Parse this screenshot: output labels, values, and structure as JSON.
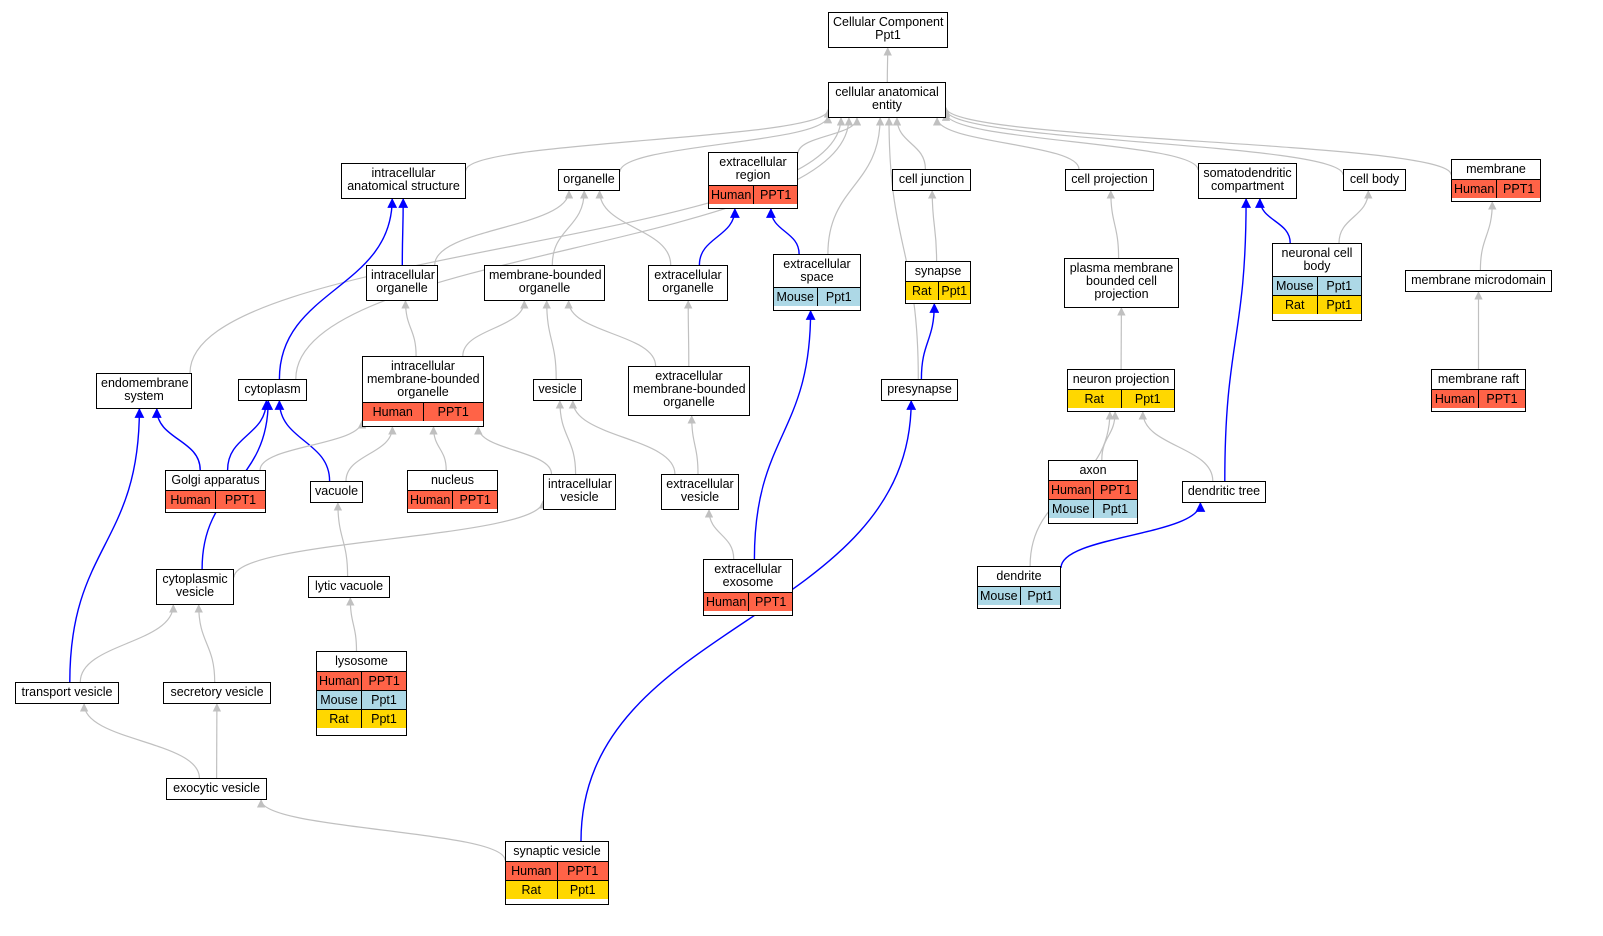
{
  "colors": {
    "human": "#ff6347",
    "mouse": "#add8e6",
    "rat": "#ffd700",
    "edge_gray": "#c0c0c0",
    "edge_blue": "#0000ff"
  },
  "nodes": [
    {
      "id": "root",
      "lines": [
        "Cellular Component",
        "Ppt1"
      ],
      "rows": []
    },
    {
      "id": "cae",
      "lines": [
        "cellular anatomical",
        "entity"
      ],
      "rows": []
    },
    {
      "id": "ias",
      "lines": [
        "intracellular",
        "anatomical structure"
      ],
      "rows": []
    },
    {
      "id": "organelle",
      "lines": [
        "organelle"
      ],
      "rows": []
    },
    {
      "id": "er",
      "lines": [
        "extracellular",
        "region"
      ],
      "rows": [
        [
          "Human",
          "PPT1"
        ]
      ]
    },
    {
      "id": "cj",
      "lines": [
        "cell junction"
      ],
      "rows": []
    },
    {
      "id": "cp",
      "lines": [
        "cell projection"
      ],
      "rows": []
    },
    {
      "id": "sdc",
      "lines": [
        "somatodendritic",
        "compartment"
      ],
      "rows": []
    },
    {
      "id": "cb",
      "lines": [
        "cell body"
      ],
      "rows": []
    },
    {
      "id": "membrane",
      "lines": [
        "membrane"
      ],
      "rows": [
        [
          "Human",
          "PPT1"
        ]
      ]
    },
    {
      "id": "io",
      "lines": [
        "intracellular",
        "organelle"
      ],
      "rows": []
    },
    {
      "id": "mbo",
      "lines": [
        "membrane-bounded",
        "organelle"
      ],
      "rows": []
    },
    {
      "id": "eo",
      "lines": [
        "extracellular",
        "organelle"
      ],
      "rows": []
    },
    {
      "id": "es",
      "lines": [
        "extracellular",
        "space"
      ],
      "rows": [
        [
          "Mouse",
          "Ppt1"
        ]
      ]
    },
    {
      "id": "synapse",
      "lines": [
        "synapse"
      ],
      "rows": [
        [
          "Rat",
          "Ppt1"
        ]
      ]
    },
    {
      "id": "pmbcp",
      "lines": [
        "plasma membrane",
        "bounded cell",
        "projection"
      ],
      "rows": []
    },
    {
      "id": "ncb",
      "lines": [
        "neuronal cell",
        "body"
      ],
      "rows": [
        [
          "Mouse",
          "Ppt1"
        ],
        [
          "Rat",
          "Ppt1"
        ]
      ]
    },
    {
      "id": "mm",
      "lines": [
        "membrane microdomain"
      ],
      "rows": []
    },
    {
      "id": "ems",
      "lines": [
        "endomembrane",
        "system"
      ],
      "rows": []
    },
    {
      "id": "cyto",
      "lines": [
        "cytoplasm"
      ],
      "rows": []
    },
    {
      "id": "imbo",
      "lines": [
        "intracellular",
        "membrane-bounded",
        "organelle"
      ],
      "rows": [
        [
          "Human",
          "PPT1"
        ]
      ]
    },
    {
      "id": "vesicle",
      "lines": [
        "vesicle"
      ],
      "rows": []
    },
    {
      "id": "embo",
      "lines": [
        "extracellular",
        "membrane-bounded",
        "organelle"
      ],
      "rows": []
    },
    {
      "id": "presyn",
      "lines": [
        "presynapse"
      ],
      "rows": []
    },
    {
      "id": "np",
      "lines": [
        "neuron projection"
      ],
      "rows": [
        [
          "Rat",
          "Ppt1"
        ]
      ]
    },
    {
      "id": "mr",
      "lines": [
        "membrane raft"
      ],
      "rows": [
        [
          "Human",
          "PPT1"
        ]
      ]
    },
    {
      "id": "golgi",
      "lines": [
        "Golgi apparatus"
      ],
      "rows": [
        [
          "Human",
          "PPT1"
        ]
      ]
    },
    {
      "id": "vacuole",
      "lines": [
        "vacuole"
      ],
      "rows": []
    },
    {
      "id": "nucleus",
      "lines": [
        "nucleus"
      ],
      "rows": [
        [
          "Human",
          "PPT1"
        ]
      ]
    },
    {
      "id": "iv",
      "lines": [
        "intracellular",
        "vesicle"
      ],
      "rows": []
    },
    {
      "id": "ev",
      "lines": [
        "extracellular",
        "vesicle"
      ],
      "rows": []
    },
    {
      "id": "axon",
      "lines": [
        "axon"
      ],
      "rows": [
        [
          "Human",
          "PPT1"
        ],
        [
          "Mouse",
          "Ppt1"
        ]
      ]
    },
    {
      "id": "dt",
      "lines": [
        "dendritic tree"
      ],
      "rows": []
    },
    {
      "id": "cv",
      "lines": [
        "cytoplasmic",
        "vesicle"
      ],
      "rows": []
    },
    {
      "id": "lv",
      "lines": [
        "lytic vacuole"
      ],
      "rows": []
    },
    {
      "id": "exo",
      "lines": [
        "extracellular",
        "exosome"
      ],
      "rows": [
        [
          "Human",
          "PPT1"
        ]
      ]
    },
    {
      "id": "dendrite",
      "lines": [
        "dendrite"
      ],
      "rows": [
        [
          "Mouse",
          "Ppt1"
        ]
      ]
    },
    {
      "id": "lyso",
      "lines": [
        "lysosome"
      ],
      "rows": [
        [
          "Human",
          "PPT1"
        ],
        [
          "Mouse",
          "Ppt1"
        ],
        [
          "Rat",
          "Ppt1"
        ]
      ]
    },
    {
      "id": "tv",
      "lines": [
        "transport vesicle"
      ],
      "rows": []
    },
    {
      "id": "sv",
      "lines": [
        "secretory vesicle"
      ],
      "rows": []
    },
    {
      "id": "exv",
      "lines": [
        "exocytic vesicle"
      ],
      "rows": []
    },
    {
      "id": "synv",
      "lines": [
        "synaptic vesicle"
      ],
      "rows": [
        [
          "Human",
          "PPT1"
        ],
        [
          "Rat",
          "Ppt1"
        ]
      ]
    }
  ],
  "edges": [
    {
      "from": "cae",
      "to": "root",
      "color": "gray"
    },
    {
      "from": "ias",
      "to": "cae",
      "color": "gray"
    },
    {
      "from": "organelle",
      "to": "cae",
      "color": "gray"
    },
    {
      "from": "er",
      "to": "cae",
      "color": "gray"
    },
    {
      "from": "cj",
      "to": "cae",
      "color": "gray"
    },
    {
      "from": "cp",
      "to": "cae",
      "color": "gray"
    },
    {
      "from": "sdc",
      "to": "cae",
      "color": "gray"
    },
    {
      "from": "cb",
      "to": "cae",
      "color": "gray"
    },
    {
      "from": "membrane",
      "to": "cae",
      "color": "gray"
    },
    {
      "from": "ems",
      "to": "cae",
      "color": "gray"
    },
    {
      "from": "cyto",
      "to": "cae",
      "color": "gray"
    },
    {
      "from": "es",
      "to": "cae",
      "color": "gray"
    },
    {
      "from": "presyn",
      "to": "cae",
      "color": "gray"
    },
    {
      "from": "io",
      "to": "ias",
      "color": "blue"
    },
    {
      "from": "cyto",
      "to": "ias",
      "color": "blue"
    },
    {
      "from": "io",
      "to": "organelle",
      "color": "gray"
    },
    {
      "from": "mbo",
      "to": "organelle",
      "color": "gray"
    },
    {
      "from": "eo",
      "to": "organelle",
      "color": "gray"
    },
    {
      "from": "eo",
      "to": "er",
      "color": "blue"
    },
    {
      "from": "es",
      "to": "er",
      "color": "blue"
    },
    {
      "from": "synapse",
      "to": "cj",
      "color": "gray"
    },
    {
      "from": "pmbcp",
      "to": "cp",
      "color": "gray"
    },
    {
      "from": "ncb",
      "to": "sdc",
      "color": "blue"
    },
    {
      "from": "dt",
      "to": "sdc",
      "color": "blue"
    },
    {
      "from": "ncb",
      "to": "cb",
      "color": "gray"
    },
    {
      "from": "mm",
      "to": "membrane",
      "color": "gray"
    },
    {
      "from": "imbo",
      "to": "io",
      "color": "gray"
    },
    {
      "from": "imbo",
      "to": "mbo",
      "color": "gray"
    },
    {
      "from": "vesicle",
      "to": "mbo",
      "color": "gray"
    },
    {
      "from": "embo",
      "to": "mbo",
      "color": "gray"
    },
    {
      "from": "embo",
      "to": "eo",
      "color": "gray"
    },
    {
      "from": "exo",
      "to": "es",
      "color": "blue"
    },
    {
      "from": "presyn",
      "to": "synapse",
      "color": "blue"
    },
    {
      "from": "np",
      "to": "pmbcp",
      "color": "gray"
    },
    {
      "from": "mr",
      "to": "mm",
      "color": "gray"
    },
    {
      "from": "golgi",
      "to": "ems",
      "color": "blue"
    },
    {
      "from": "tv",
      "to": "ems",
      "color": "blue"
    },
    {
      "from": "golgi",
      "to": "cyto",
      "color": "blue"
    },
    {
      "from": "vacuole",
      "to": "cyto",
      "color": "blue"
    },
    {
      "from": "cv",
      "to": "cyto",
      "color": "blue"
    },
    {
      "from": "golgi",
      "to": "imbo",
      "color": "gray"
    },
    {
      "from": "vacuole",
      "to": "imbo",
      "color": "gray"
    },
    {
      "from": "nucleus",
      "to": "imbo",
      "color": "gray"
    },
    {
      "from": "iv",
      "to": "imbo",
      "color": "gray"
    },
    {
      "from": "iv",
      "to": "vesicle",
      "color": "gray"
    },
    {
      "from": "ev",
      "to": "vesicle",
      "color": "gray"
    },
    {
      "from": "ev",
      "to": "embo",
      "color": "gray"
    },
    {
      "from": "synv",
      "to": "presyn",
      "color": "blue"
    },
    {
      "from": "axon",
      "to": "np",
      "color": "gray"
    },
    {
      "from": "dt",
      "to": "np",
      "color": "gray"
    },
    {
      "from": "dendrite",
      "to": "np",
      "color": "gray"
    },
    {
      "from": "dendrite",
      "to": "dt",
      "color": "blue"
    },
    {
      "from": "cv",
      "to": "iv",
      "color": "gray"
    },
    {
      "from": "lv",
      "to": "vacuole",
      "color": "gray"
    },
    {
      "from": "exo",
      "to": "ev",
      "color": "gray"
    },
    {
      "from": "lyso",
      "to": "lv",
      "color": "gray"
    },
    {
      "from": "tv",
      "to": "cv",
      "color": "gray"
    },
    {
      "from": "sv",
      "to": "cv",
      "color": "gray"
    },
    {
      "from": "exv",
      "to": "tv",
      "color": "gray"
    },
    {
      "from": "exv",
      "to": "sv",
      "color": "gray"
    },
    {
      "from": "synv",
      "to": "exv",
      "color": "gray"
    }
  ]
}
